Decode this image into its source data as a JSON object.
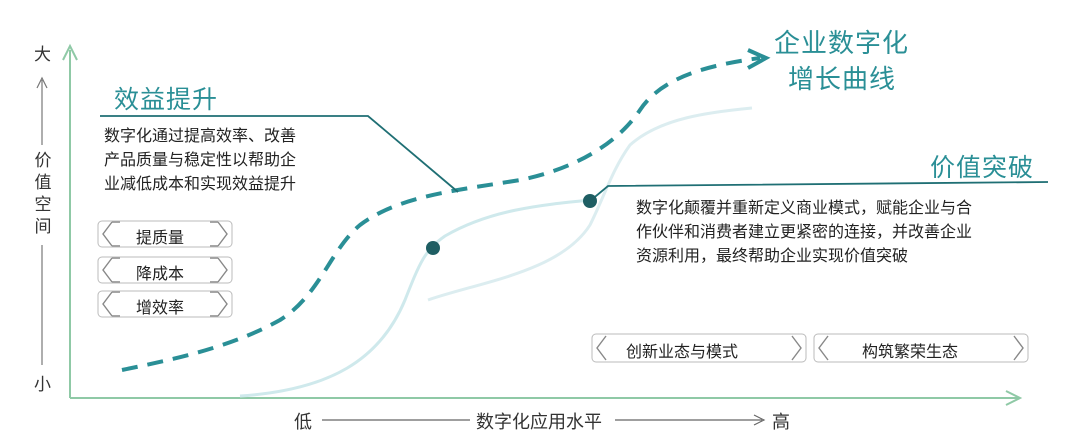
{
  "diagram": {
    "growth_curve_title": [
      "企业数字化",
      "增长曲线"
    ],
    "y_axis": {
      "top": "大",
      "bottom": "小",
      "label_chars": [
        "价",
        "值",
        "空",
        "间"
      ]
    },
    "x_axis": {
      "low": "低",
      "label": "数字化应用水平",
      "high": "高"
    },
    "benefit": {
      "title": "效益提升",
      "desc_lines": [
        "数字化通过提高效率、改善",
        "产品质量与稳定性以帮助企",
        "业减低成本和实现效益提升"
      ],
      "tags": [
        "提质量",
        "降成本",
        "增效率"
      ]
    },
    "breakthrough": {
      "title": "价值突破",
      "desc_lines": [
        "数字化颠覆并重新定义商业模式，赋能企业与合",
        "作伙伴和消费者建立更紧密的连接，并改善企业",
        "资源利用，最终帮助企业实现价值突破"
      ],
      "tags": [
        "创新业态与模式",
        "构筑繁荣生态"
      ]
    },
    "colors": {
      "accent": "#2a8f96",
      "accent_dark": "#1f6f74",
      "curve_light": "#cfe9ec",
      "axis": "#8fc9a6"
    }
  }
}
